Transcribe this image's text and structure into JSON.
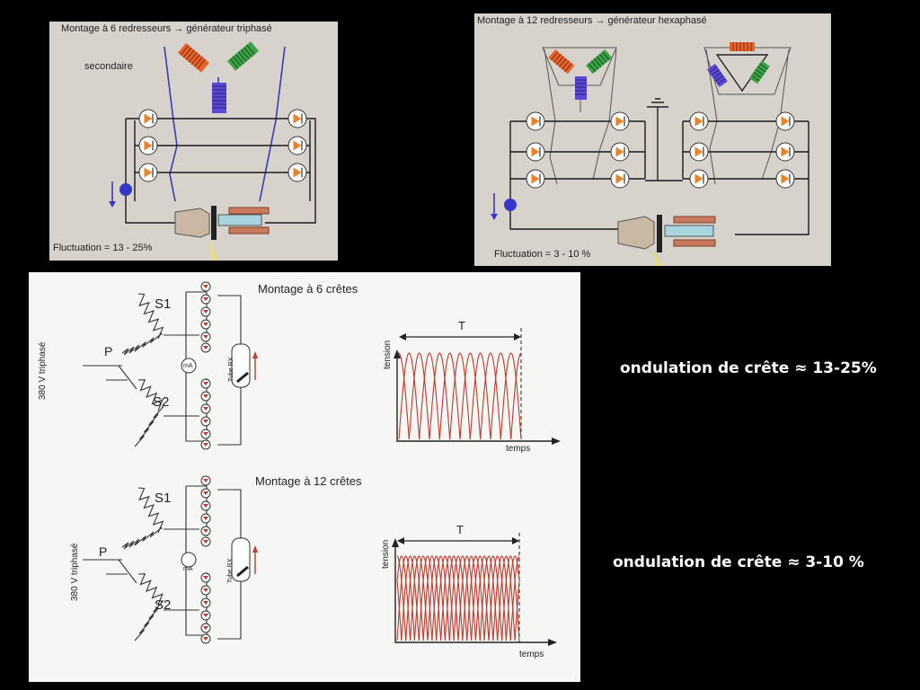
{
  "top_left": {
    "title": "Montage à 6 redresseurs  → générateur triphasé",
    "secondary": "secondaire",
    "fluctuation": "Fluctuation  = 13 - 25%"
  },
  "top_right": {
    "title": "Montage à 12 redresseurs  → générateur hexaphasé",
    "fluctuation": "Fluctuation  = 3 - 10 %"
  },
  "bottom": {
    "six": {
      "title": "Montage à 6 crêtes",
      "s1": "S1",
      "s2": "S2",
      "p": "P",
      "supply": "380 V triphasé",
      "meter": "mA",
      "tube": "Tube RX",
      "ylabel": "tension",
      "xlabel": "temps",
      "period": "T"
    },
    "twelve": {
      "title": "Montage à 12 crêtes",
      "s1": "S1",
      "s2": "S2",
      "p": "P",
      "supply": "380 V triphasé",
      "meter": "mA",
      "tube": "Tube RX",
      "ylabel": "tension",
      "xlabel": "temps",
      "period": "T"
    }
  },
  "captions": {
    "six": "ondulation de crête ≈ 13-25%",
    "twelve": "ondulation de crête ≈ 3-10 %"
  },
  "colors": {
    "panel_bg": "#d7d2cb",
    "paper": "#f6f6f4",
    "wave": "#c0392b",
    "coil_orange": "#e8632a",
    "coil_green": "#3aa346",
    "coil_blue": "#5b49d6"
  }
}
